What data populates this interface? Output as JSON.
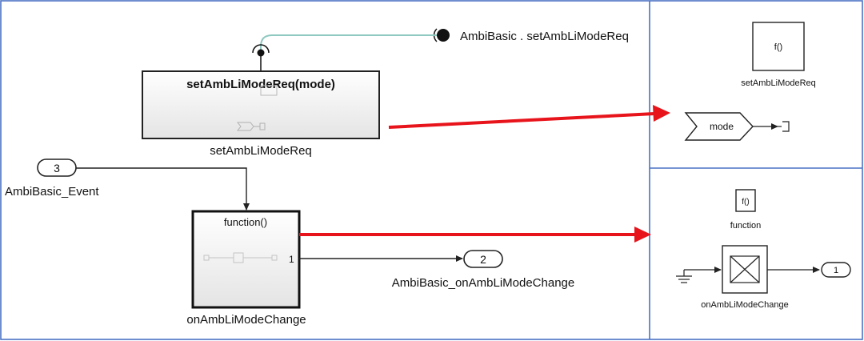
{
  "colors": {
    "frame": "#4a72c4",
    "signal": "#222222",
    "highlight_arrow": "#e8141c",
    "trigger_line": "#8fc9c0",
    "block_fill_top": "#ffffff",
    "block_fill_bottom": "#e6e6e6"
  },
  "left": {
    "trigger_port": {
      "label": "AmbiBasic . setAmbLiModeReq"
    },
    "setmode_block": {
      "title": "setAmbLiModeReq(mode)",
      "name": "setAmbLiModeReq"
    },
    "inport_event": {
      "number": "3",
      "label": "AmbiBasic_Event"
    },
    "function_block": {
      "title": "function()",
      "port_number": "1",
      "name": "onAmbLiModeChange"
    },
    "outport_change": {
      "number": "2",
      "label": "AmbiBasic_onAmbLiModeChange"
    }
  },
  "right_top": {
    "trigger_block": {
      "glyph": "f()",
      "name": "setAmbLiModeReq"
    },
    "arg_in": {
      "label": "mode"
    }
  },
  "right_bottom": {
    "trigger_block": {
      "glyph": "f()",
      "name": "function"
    },
    "subsystem": {
      "name": "onAmbLiModeChange"
    },
    "outport": {
      "number": "1"
    }
  }
}
